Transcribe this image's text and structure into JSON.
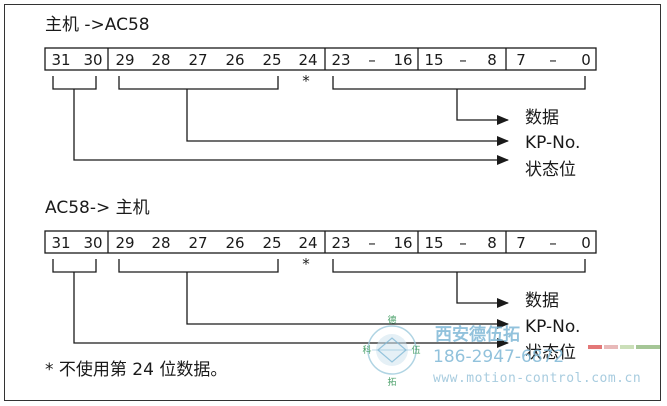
{
  "frames": [
    {
      "title": "主机 ->AC58",
      "cells": [
        "31",
        "30",
        "29",
        "28",
        "27",
        "26",
        "25",
        "24",
        "23",
        "–",
        "16",
        "15",
        "–",
        "8",
        "7",
        "–",
        "0"
      ],
      "asterisk": "*",
      "outputs": [
        "数据",
        "KP-No.",
        "状态位"
      ]
    },
    {
      "title": "AC58-> 主机",
      "cells": [
        "31",
        "30",
        "29",
        "28",
        "27",
        "26",
        "25",
        "24",
        "23",
        "–",
        "16",
        "15",
        "–",
        "8",
        "7",
        "–",
        "0"
      ],
      "asterisk": "*",
      "outputs": [
        "数据",
        "KP-No.",
        "状态位"
      ]
    }
  ],
  "footnote": "* 不使用第 24 位数据。",
  "watermark": {
    "company": "西安德伍拓",
    "phone": "186-2947-6872",
    "url": "www.motion-control.com.cn",
    "seal_chars": [
      "德",
      "伍",
      "拓",
      "科"
    ]
  },
  "colors": {
    "line": "#1a1a1a",
    "watermark": "#7fb8d6",
    "seal": "#4aa06a",
    "stripe": "#d94a4a"
  }
}
